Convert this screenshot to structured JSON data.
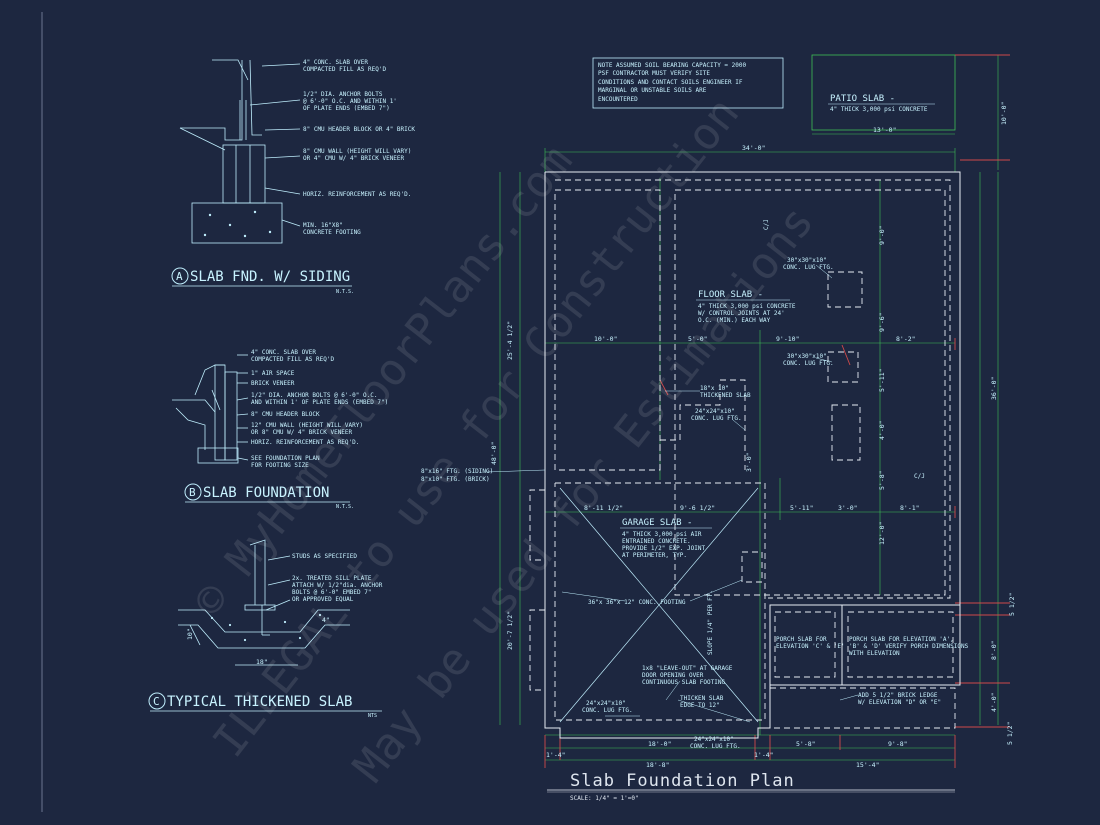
{
  "detail_a": {
    "notes": [
      "4\" CONC. SLAB OVER",
      "COMPACTED FILL AS REQ'D",
      "1/2\" DIA. ANCHOR BOLTS",
      "@ 6'-0\" O.C. AND WITHIN 1'",
      "OF PLATE ENDS (EMBED 7\")",
      "8\" CMU HEADER BLOCK OR 4\" BRICK",
      "8\" CMU WALL (HEIGHT WILL VARY)",
      "OR 4\" CMU W/ 4\" BRICK VENEER",
      "HORIZ. REINFORCEMENT AS REQ'D.",
      "MIN. 16\"X8\"",
      "CONCRETE FOOTING"
    ],
    "letter": "A",
    "title": "SLAB FND. W/ SIDING",
    "scale": "N.T.S."
  },
  "detail_b": {
    "notes": [
      "4\" CONC. SLAB OVER",
      "COMPACTED FILL AS REQ'D",
      "1\" AIR SPACE",
      "BRICK VENEER",
      "1/2\" DIA. ANCHOR BOLTS @ 6'-0\" O.C.",
      "AND WITHIN 1' OF PLATE ENDS (EMBED 7\")",
      "8\" CMU HEADER BLOCK",
      "12\" CMU WALL (HEIGHT WILL VARY)",
      "OR 8\" CMU W/ 4\" BRICK VENEER",
      "HORIZ. REINFORCEMENT AS REQ'D.",
      "SEE FOUNDATION PLAN",
      "FOR FOOTING SIZE"
    ],
    "letter": "B",
    "title": "SLAB FOUNDATION",
    "scale": "N.T.S."
  },
  "detail_c": {
    "notes": [
      "STUDS AS SPECIFIED",
      "2x. TREATED SILL PLATE",
      "ATTACH W/ 1/2\"dia. ANCHOR",
      "BOLTS @ 6'-0\" EMBED 7\"",
      "OR APPROVED EQUAL"
    ],
    "dims": [
      "10\"",
      "4\"",
      "18\""
    ],
    "letter": "C",
    "title": "TYPICAL THICKENED SLAB",
    "scale": "NTS"
  },
  "soil_note": [
    "NOTE ASSUMED SOIL BEARING CAPACITY = 2000",
    "PSF CONTRACTOR MUST VERIFY SITE",
    "CONDITIONS AND CONTACT SOILS ENGINEER IF",
    "MARGINAL OR UNSTABLE SOILS ARE",
    "ENCOUNTERED"
  ],
  "patio": {
    "title": "PATIO SLAB -",
    "note": "4\" THICK 3,000 psi CONCRETE",
    "width": "13'-0\"",
    "depth": "10'-0\""
  },
  "floor_slab": {
    "title": "FLOOR SLAB -",
    "lines": [
      "4\" THICK 3,000 psi CONCRETE",
      "W/ CONTROL JOINTS AT 24'",
      "O.C. (MIN.) EACH WAY"
    ]
  },
  "garage_slab": {
    "title": "GARAGE SLAB -",
    "lines": [
      "4\" THICK 3,000 psi AIR",
      "ENTRAINED CONCRETE.",
      "PROVIDE 1/2\" EXP. JOINT",
      "AT PERIMETER, TYP."
    ]
  },
  "plan_labels": {
    "lug1": [
      "30\"x30\"x10\"",
      "CONC. LUG FTG."
    ],
    "lug2": [
      "30\"x30\"x10\"",
      "CONC. LUG FTG."
    ],
    "thickened": [
      "18\"x 10\"",
      "THICKENED SLAB"
    ],
    "lug3": [
      "24\"x24\"x10\"",
      "CONC. LUG FTG."
    ],
    "ftg_siding": [
      "8\"x16\" FTG. (SIDING)",
      "8\"x10\" FTG. (BRICK)"
    ],
    "conc_footing": "36\"x 36\"x 12\" CONC. FOOTING",
    "slope": "SLOPE 1/4\" PER FT.",
    "leave_out": [
      "1x8 \"LEAVE-OUT\" AT GARAGE",
      "DOOR OPENING OVER",
      "CONTINUOUS SLAB FOOTING"
    ],
    "lug4": [
      "24\"x24\"x10\"",
      "CONC. LUG FTG."
    ],
    "thicken_edge": [
      "THICKEN SLAB",
      "EDGE TO 12\""
    ],
    "lug5": [
      "24\"x24\"x10\"",
      "CONC. LUG FTG."
    ],
    "porch_cb": [
      "PORCH SLAB FOR",
      "ELEVATION 'C' & 'E'"
    ],
    "porch_abd": [
      "PORCH SLAB FOR ELEVATION 'A',",
      "'B' & 'D' VERIFY PORCH DIMENSIONS",
      "WITH ELEVATION"
    ],
    "brick_ledge": [
      "ADD 5 1/2\" BRICK LEDGE",
      "W/ ELEVATION \"D\" OR \"E\""
    ],
    "cj1": "C/J",
    "cj2": "C/J"
  },
  "dims": {
    "overall": "34'-0\"",
    "row1": [
      "10'-0\"",
      "5'-0\"",
      "9'-10\"",
      "8'-2\""
    ],
    "row2": [
      "8'-11 1/2\"",
      "9'-6 1/2\"",
      "5'-11\"",
      "3'-0\"",
      "8'-1\""
    ],
    "bottom1": [
      "1'-4\"",
      "18'-0\"",
      "1'-4\"",
      "5'-8\"",
      "9'-8\""
    ],
    "bottom2": [
      "18'-8\"",
      "15'-4\""
    ],
    "left": [
      "25'-4 1/2\"",
      "48'-0\"",
      "20'-7 1/2\""
    ],
    "right": [
      "9'-0\"",
      "9'-6\"",
      "5'-11\"",
      "4'-0\"",
      "5'-8\"",
      "12'-0\"",
      "36'-0\"",
      "5 1/2\"",
      "8'-0\"",
      "4'-0\"",
      "5 1/2\""
    ],
    "misc": [
      "3'-0\""
    ]
  },
  "plan_title": "Slab Foundation Plan",
  "plan_scale": "SCALE: 1/4\" = 1'=0\"",
  "watermark": [
    "© MyHomeFloorPlans.com",
    "ILLEGAL to use for Construction",
    "May be used for Estimations"
  ]
}
